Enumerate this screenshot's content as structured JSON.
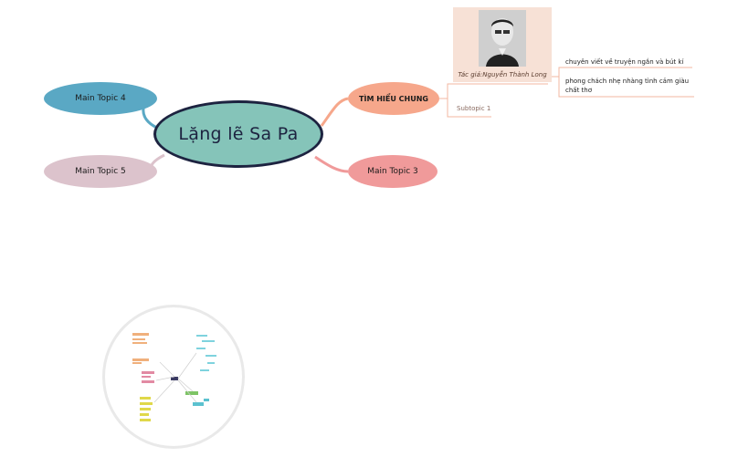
{
  "central_topic": "Lặng lẽ Sa Pa",
  "main_topics": {
    "left_top": "Main Topic 4",
    "left_bottom": "Main Topic 5",
    "right_top": "TÌM HIỂU CHUNG",
    "right_bottom": "Main Topic 3"
  },
  "author_card": {
    "caption": "Tác giả:Nguyễn Thành Long"
  },
  "subtopic_label": "Subtopic 1",
  "notes": [
    "chuyên viết về truyện ngắn và bút kí",
    "phong chách nhẹ nhàng tình cảm giàu chất thơ"
  ],
  "colors": {
    "central_fill": "#85c4b9",
    "central_border": "#1d2340",
    "topic_blue": "#5aa8c4",
    "topic_pink": "#dcc3cc",
    "topic_orange": "#f6a78b",
    "topic_red": "#f09a9a"
  }
}
